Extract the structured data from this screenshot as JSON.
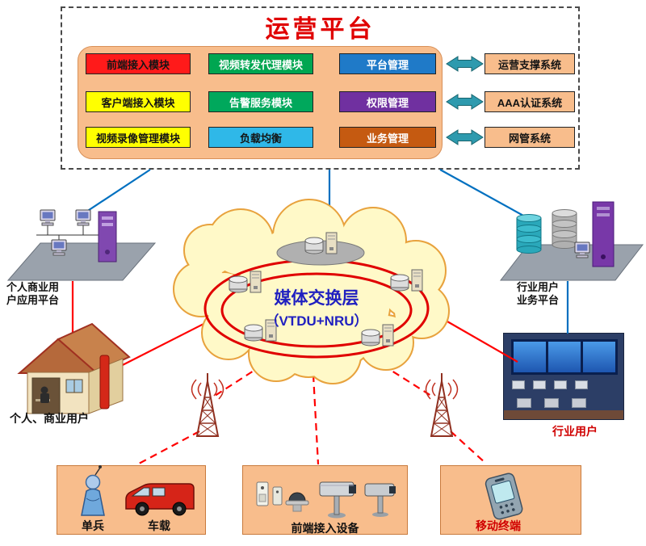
{
  "title": "运营平台",
  "modules": [
    {
      "label": "前端接入模块",
      "bg": "#ff1a1a",
      "fg": "#141414"
    },
    {
      "label": "视频转发代理模块",
      "bg": "#00a651",
      "fg": "#ffffff"
    },
    {
      "label": "平台管理",
      "bg": "#1f7ac8",
      "fg": "#ffffff"
    },
    {
      "label": "客户端接入模块",
      "bg": "#ffff00",
      "fg": "#141414"
    },
    {
      "label": "告警服务模块",
      "bg": "#00a85c",
      "fg": "#ffffff"
    },
    {
      "label": "权限管理",
      "bg": "#7030a0",
      "fg": "#ffffff"
    },
    {
      "label": "视频录像管理模块",
      "bg": "#ffff00",
      "fg": "#141414"
    },
    {
      "label": "负载均衡",
      "bg": "#2fb8e8",
      "fg": "#141414"
    },
    {
      "label": "业务管理",
      "bg": "#c55a11",
      "fg": "#ffffff"
    }
  ],
  "systems": [
    {
      "label": "运营支撑系统"
    },
    {
      "label": "AAA认证系统"
    },
    {
      "label": "网管系统"
    }
  ],
  "cloud": {
    "line1": "媒体交换层",
    "line2": "（VTDU+NRU）"
  },
  "labels": {
    "left_platform": "个人商业用户应用平台",
    "right_platform": "行业用户业务平台",
    "left_users": "个人、商业用户",
    "right_users": "行业用户",
    "soldier": "单兵",
    "vehicle": "车载",
    "frontend_devices": "前端接入设备",
    "mobile_terminal": "移动终端"
  },
  "colors": {
    "panel_orange": "#f8bd8c",
    "arrow_teal": "#2e9aae",
    "line_blue": "#0070c0",
    "line_red": "#ff0000",
    "title_red": "#e00000",
    "cloud_fill": "#fff9c8",
    "cloud_stroke": "#e8a23d",
    "cloud_text_blue": "#2020c0",
    "ring_red": "#e00000"
  }
}
